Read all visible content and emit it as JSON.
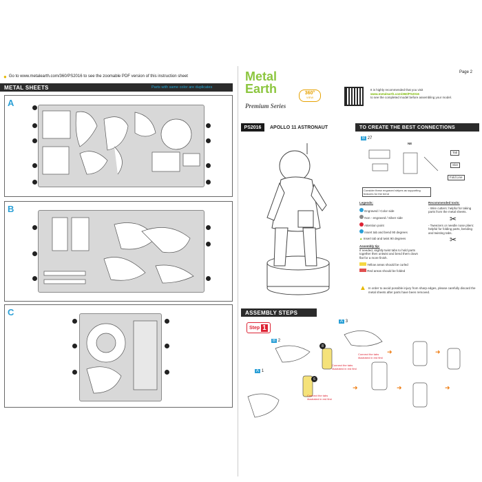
{
  "left": {
    "url_note": "Go to www.metalearth.com/360/PS2016 to see the zoomable PDF version of this instruction sheet",
    "metal_sheets_title": "METAL SHEETS",
    "duplicates_note": "Parts with same color are duplicates",
    "sheet_letters": [
      "A",
      "B",
      "C"
    ]
  },
  "right": {
    "page_label": "Page 2",
    "brand_line1": "Metal",
    "brand_line2": "Earth",
    "badge_360": "360°",
    "badge_360_sub": "VIEW",
    "series": "Premium Series",
    "recommend_line1": "It is highly recommended that you visit",
    "recommend_url": "www.metalearth.com/360/PS2016",
    "recommend_line2": "to see the completed model before assembling your model.",
    "model_code": "PS2016",
    "model_name": "APOLLO 11 ASTRONAUT",
    "connections_title": "TO CREATE THE BEST CONNECTIONS",
    "conn_tab": "Tab",
    "conn_slot": "Slot",
    "conn_fold": "Fold Line",
    "conn_ne": "NE",
    "conn_note": "Consider these engraved stripes as supporting features for the bend",
    "legends_title": "Legends:",
    "legend_items": [
      "Engraved / Color side",
      "Non - engraved / Silver side",
      "Attention point",
      "Insert tab and bend 90 degrees",
      "Insert tab and twist 90 degrees"
    ],
    "assembly_tip_title": "Assembly tip:",
    "assembly_tip": "If needed, slightly twist tabs to hold parts together then untwist and bend them down flat for a more finish.",
    "yellow_note": "Yellow areas should be curled",
    "red_note": "Red areas should be folded",
    "tools_title": "Recommended tools:",
    "tool_1": "- Wire cutters: helpful for taking parts from the metal sheets.",
    "tool_2": "- Tweezers or needle nose pliers: helpful for folding parts, bending and twisting tabs.",
    "warning": "In order to avoid possible injury from sharp edges, please carefully discard the metal sheets after parts have been removed.",
    "assembly_title": "ASSEMBLY STEPS",
    "step_label": "Step",
    "step_number": "1",
    "connect_note": "Connect the tabs illustrated in red first",
    "sub_labels": [
      "A",
      "B",
      "A"
    ],
    "sub_parts": [
      "3",
      "2",
      "1"
    ],
    "bubble_labels": [
      "8",
      "6"
    ],
    "cross_ref": "27"
  }
}
